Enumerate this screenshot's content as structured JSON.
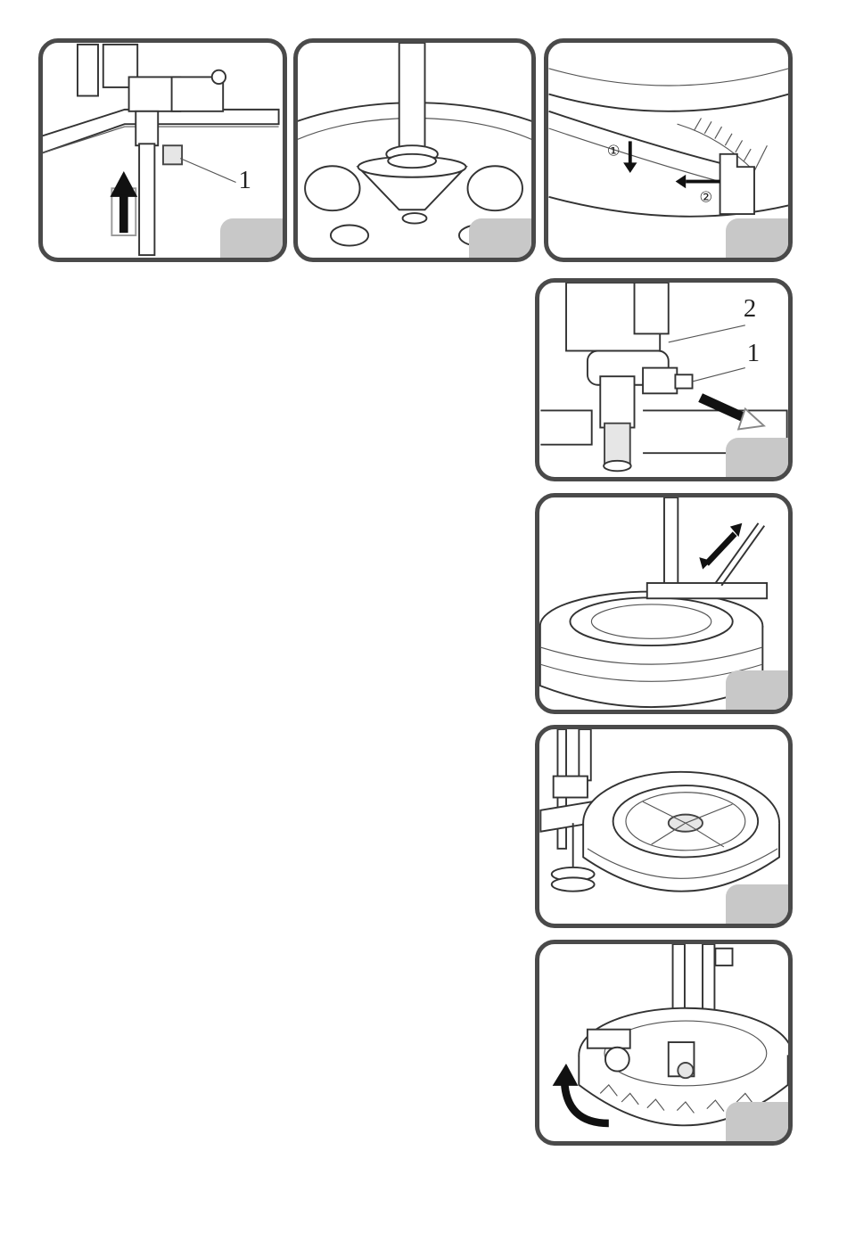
{
  "panels": [
    {
      "id": "p1",
      "callouts": [
        "1"
      ]
    },
    {
      "id": "p2",
      "callouts": []
    },
    {
      "id": "p3",
      "callouts": [
        "①",
        "②"
      ]
    },
    {
      "id": "p4",
      "callouts": [
        "2",
        "1"
      ]
    },
    {
      "id": "p5",
      "callouts": []
    },
    {
      "id": "p6",
      "callouts": []
    },
    {
      "id": "p7",
      "callouts": []
    }
  ],
  "colors": {
    "frame": "#4a4a4a",
    "badge": "#c8c8c8",
    "arrow": "#111111"
  },
  "icons": [
    "up-arrow-icon",
    "down-arrow-icon",
    "left-arrow-icon",
    "double-arrow-icon",
    "rotate-arrow-icon"
  ]
}
